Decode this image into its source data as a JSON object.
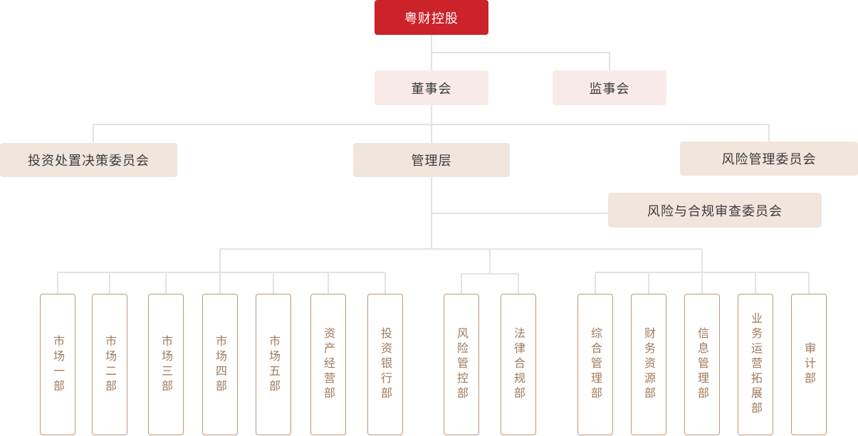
{
  "root": "粤财控股",
  "board": "董事会",
  "supervisory": "监事会",
  "investment_committee": "投资处置决策委员会",
  "management": "管理层",
  "risk_committee": "风险管理委员会",
  "risk_compliance_committee": "风险与合规审查委员会",
  "departments": [
    "市场一部",
    "市场二部",
    "市场三部",
    "市场四部",
    "市场五部",
    "资产经营部",
    "投资银行部",
    "风险管控部",
    "法律合规部",
    "综合管理部",
    "财务资源部",
    "信息管理部",
    "业务运营拓展部",
    "审计部"
  ],
  "colors": {
    "root": "#cc2229",
    "pink": "#f9eaea",
    "beige": "#f1e6dc",
    "line": "#e3e3e3",
    "dept_border": "#b99a7c"
  }
}
